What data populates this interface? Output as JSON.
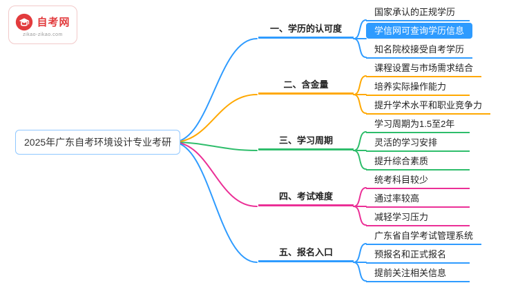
{
  "logo": {
    "site_name": "自考网",
    "site_url": "zikao-zikao.com",
    "brand_color": "#e23b3d"
  },
  "root": {
    "title": "2025年广东自考环境设计专业考研"
  },
  "branches": [
    {
      "label": "一、学历的认可度",
      "color": "#2e9bff",
      "children": [
        {
          "text": "国家承认的正规学历",
          "highlighted": false
        },
        {
          "text": "学信网可查询学历信息",
          "highlighted": true
        },
        {
          "text": "知名院校接受自考学历",
          "highlighted": false
        }
      ]
    },
    {
      "label": "二、含金量",
      "color": "#ffa800",
      "children": [
        {
          "text": "课程设置与市场需求结合",
          "highlighted": false
        },
        {
          "text": "培养实际操作能力",
          "highlighted": false
        },
        {
          "text": "提升学术水平和职业竞争力",
          "highlighted": false
        }
      ]
    },
    {
      "label": "三、学习周期",
      "color": "#2ebd6b",
      "children": [
        {
          "text": "学习周期为1.5至2年",
          "highlighted": false
        },
        {
          "text": "灵活的学习安排",
          "highlighted": false
        },
        {
          "text": "提升综合素质",
          "highlighted": false
        }
      ]
    },
    {
      "label": "四、考试难度",
      "color": "#eb2f96",
      "children": [
        {
          "text": "统考科目较少",
          "highlighted": false
        },
        {
          "text": "通过率较高",
          "highlighted": false
        },
        {
          "text": "减轻学习压力",
          "highlighted": false
        }
      ]
    },
    {
      "label": "五、报名入口",
      "color": "#2e9bff",
      "children": [
        {
          "text": "广东省自学考试管理系统",
          "highlighted": false
        },
        {
          "text": "预报名和正式报名",
          "highlighted": false
        },
        {
          "text": "提前关注相关信息",
          "highlighted": false
        }
      ]
    }
  ]
}
